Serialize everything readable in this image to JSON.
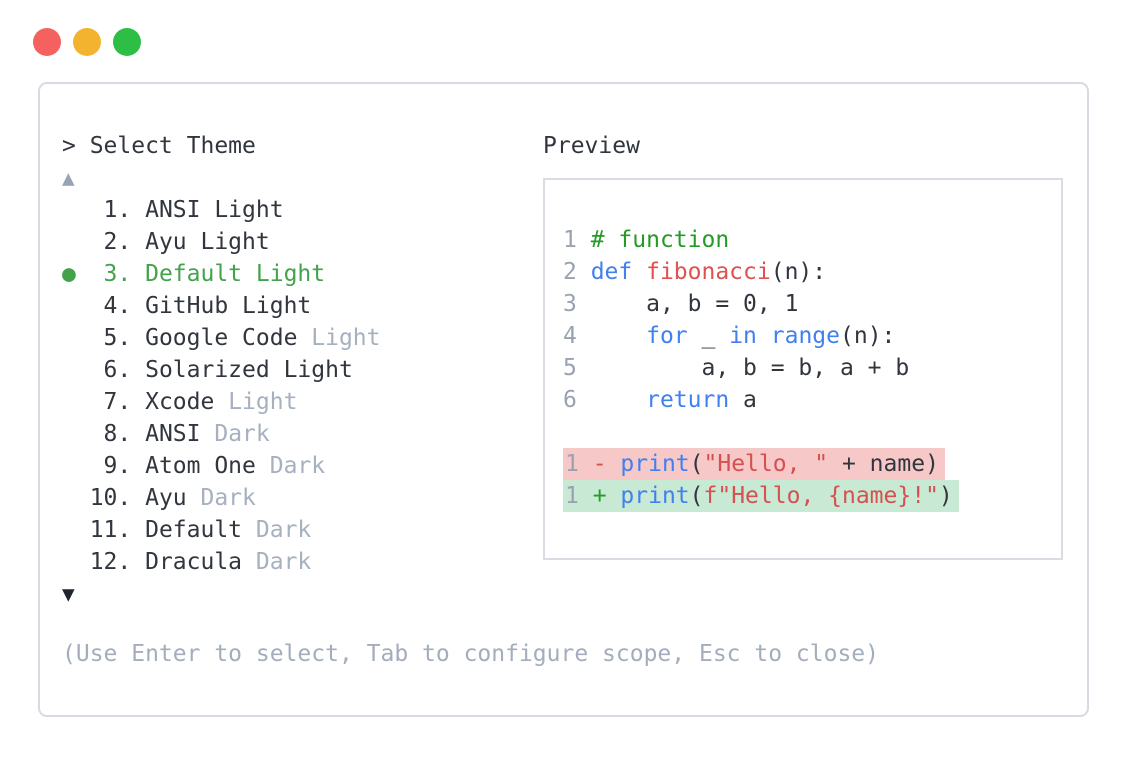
{
  "window": {
    "traffic_lights": [
      {
        "name": "close",
        "color": "#f4615e"
      },
      {
        "name": "minimize",
        "color": "#f4b32e"
      },
      {
        "name": "zoom",
        "color": "#2dbf45"
      }
    ]
  },
  "theme_selector": {
    "prompt": "> Select Theme",
    "scroll_up_icon": "▲",
    "scroll_down_icon": "▼",
    "selected_marker": "●",
    "items": [
      {
        "number": "1.",
        "selected": false,
        "segments": [
          {
            "t": "ANSI Light"
          }
        ]
      },
      {
        "number": "2.",
        "selected": false,
        "segments": [
          {
            "t": "Ayu Light"
          }
        ]
      },
      {
        "number": "3.",
        "selected": true,
        "segments": [
          {
            "t": "Default Light"
          }
        ]
      },
      {
        "number": "4.",
        "selected": false,
        "segments": [
          {
            "t": "GitHub Light"
          }
        ]
      },
      {
        "number": "5.",
        "selected": false,
        "segments": [
          {
            "t": "Google Code "
          },
          {
            "t": "Light",
            "muted": true
          }
        ]
      },
      {
        "number": "6.",
        "selected": false,
        "segments": [
          {
            "t": "Solarized Light"
          }
        ]
      },
      {
        "number": "7.",
        "selected": false,
        "segments": [
          {
            "t": "Xcode "
          },
          {
            "t": "Light",
            "muted": true
          }
        ]
      },
      {
        "number": "8.",
        "selected": false,
        "segments": [
          {
            "t": "ANSI "
          },
          {
            "t": "Dark",
            "muted": true
          }
        ]
      },
      {
        "number": "9.",
        "selected": false,
        "segments": [
          {
            "t": "Atom One "
          },
          {
            "t": "Dark",
            "muted": true
          }
        ]
      },
      {
        "number": "10.",
        "selected": false,
        "segments": [
          {
            "t": "Ayu "
          },
          {
            "t": "Dark",
            "muted": true
          }
        ]
      },
      {
        "number": "11.",
        "selected": false,
        "segments": [
          {
            "t": "Default "
          },
          {
            "t": "Dark",
            "muted": true
          }
        ]
      },
      {
        "number": "12.",
        "selected": false,
        "segments": [
          {
            "t": "Dracula "
          },
          {
            "t": "Dark",
            "muted": true
          }
        ]
      }
    ],
    "hint": "(Use Enter to select, Tab to configure scope, Esc to close)"
  },
  "preview": {
    "label": "Preview",
    "code_lines": [
      {
        "num": "1",
        "segments": [
          {
            "t": "# function",
            "c": "comment"
          }
        ]
      },
      {
        "num": "2",
        "segments": [
          {
            "t": "def ",
            "c": "keyword"
          },
          {
            "t": "fibonacci",
            "c": "func"
          },
          {
            "t": "(n):",
            "c": "plain"
          }
        ]
      },
      {
        "num": "3",
        "segments": [
          {
            "t": "    a, b = 0, 1",
            "c": "plain"
          }
        ]
      },
      {
        "num": "4",
        "segments": [
          {
            "t": "    ",
            "c": "plain"
          },
          {
            "t": "for",
            "c": "keyword"
          },
          {
            "t": " _ ",
            "c": "plain"
          },
          {
            "t": "in",
            "c": "keyword"
          },
          {
            "t": " ",
            "c": "plain"
          },
          {
            "t": "range",
            "c": "keyword"
          },
          {
            "t": "(n):",
            "c": "plain"
          }
        ]
      },
      {
        "num": "5",
        "segments": [
          {
            "t": "        a, b = b, a + b",
            "c": "plain"
          }
        ]
      },
      {
        "num": "6",
        "segments": [
          {
            "t": "    ",
            "c": "plain"
          },
          {
            "t": "return",
            "c": "keyword"
          },
          {
            "t": " a",
            "c": "plain"
          }
        ]
      }
    ],
    "diff_lines": [
      {
        "num": "1",
        "kind": "removed",
        "segments": [
          {
            "t": "- ",
            "c": "minus"
          },
          {
            "t": "print",
            "c": "keyword"
          },
          {
            "t": "(",
            "c": "plain"
          },
          {
            "t": "\"Hello, \"",
            "c": "string"
          },
          {
            "t": " + name)",
            "c": "plain"
          }
        ]
      },
      {
        "num": "1",
        "kind": "added",
        "segments": [
          {
            "t": "+ ",
            "c": "plus"
          },
          {
            "t": "print",
            "c": "keyword"
          },
          {
            "t": "(",
            "c": "plain"
          },
          {
            "t": "f\"Hello, {name}!\"",
            "c": "string"
          },
          {
            "t": ")",
            "c": "plain"
          }
        ]
      }
    ]
  },
  "colors": {
    "text": "#31363e",
    "muted": "#a7b0bf",
    "hint": "#a4adbc",
    "linenum": "#99a2b1",
    "selected": "#44a24c",
    "comment": "#259b25",
    "keyword": "#4080f0",
    "func": "#e05252",
    "string": "#d5504e",
    "minus": "#d9514d",
    "plus": "#259b25",
    "removedBg": "#f7c8c8",
    "addedBg": "#c8e9d3",
    "panelBorder": "#d6dae1",
    "boxBorder": "#d9dce2"
  }
}
